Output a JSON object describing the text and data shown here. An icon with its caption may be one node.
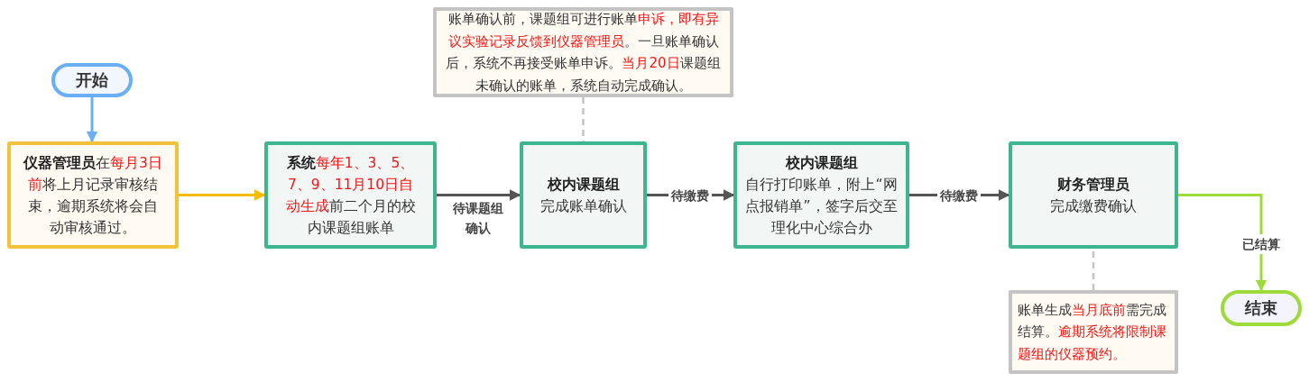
{
  "diagram": {
    "nodes": [
      {
        "text": [
          "开始"
        ]
      },
      {
        "text": [
          "仪器管理员",
          "在**每月3日前**将上月记录审核结束，逾期系统将会自动审核通过。"
        ]
      },
      {
        "text": [
          "系统",
          "**每年1、3、5、7、9、11月10日自动生成**前二个月的校内课题组账单"
        ]
      },
      {
        "text": [
          "校内课题组",
          "完成账单确认"
        ]
      },
      {
        "text": [
          "校内课题组",
          "自行打印账单，附上“网点报销单”，签字后交至理化中心综合办"
        ]
      },
      {
        "text": [
          "财务管理员",
          "完成缴费确认"
        ]
      },
      {
        "text": [
          "结束"
        ]
      },
      {
        "text": [
          "账单确认前，课题组可进行账单**申诉，即有异议实验记录反馈到仪器管理员**。一旦账单确认后，系统不再接受账单申诉。**当月20日**课题组未确认的账单，系统自动完成确认。"
        ]
      },
      {
        "text": [
          "账单生成**当月底前**需完成结算。**逾期系统将限制课题组的仪器预约。**"
        ]
      }
    ],
    "edges": [
      {
        "from": 0,
        "to": 1,
        "arrow": "to",
        "color": "#6aaef5"
      },
      {
        "from": 1,
        "to": 2,
        "arrow": "to",
        "color": "#f5bc00"
      },
      {
        "from": 2,
        "to": 3,
        "arrow": "to",
        "label": "待课题组确认"
      },
      {
        "from": 3,
        "to": 4,
        "arrow": "to",
        "label": "待缴费"
      },
      {
        "from": 4,
        "to": 5,
        "arrow": "to",
        "label": "待缴费"
      },
      {
        "from": 5,
        "to": 6,
        "arrow": "to",
        "label": "已结算",
        "color": "#9edb3a"
      },
      {
        "from": 7,
        "to": 3,
        "arrow": "none",
        "style": "dashed",
        "color": "#c4c4c4"
      },
      {
        "from": 8,
        "to": 5,
        "arrow": "none",
        "style": "dashed",
        "color": "#c4c4c4"
      }
    ]
  }
}
